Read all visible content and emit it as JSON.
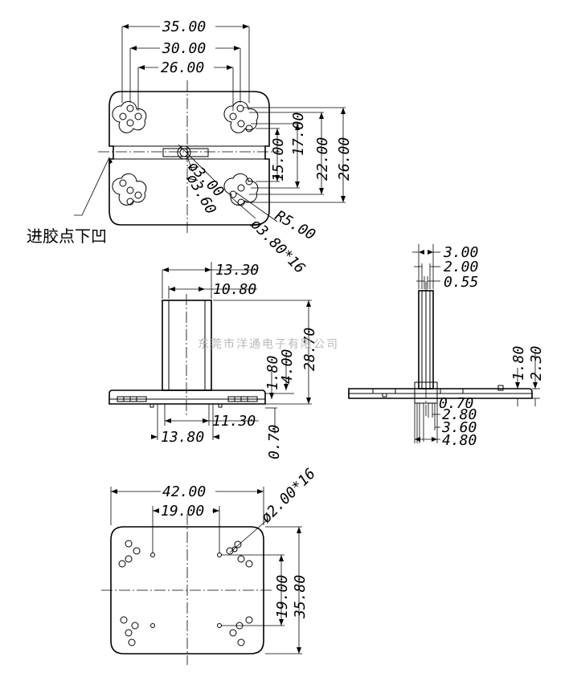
{
  "top_view": {
    "dims": {
      "width_outer": "35.00",
      "width_mid": "30.00",
      "width_inner": "26.00",
      "h15": "15.00",
      "h17": "17.00",
      "h22": "22.00",
      "h26": "26.00",
      "dia_small": "ø3.00",
      "dia_large": "ø3.60",
      "radius": "R5.00",
      "holes": "ø3.80*16"
    },
    "note": "进胶点下凹"
  },
  "front_view": {
    "dims": {
      "w13_30": "13.30",
      "w10_80": "10.80",
      "h28_70": "28.70",
      "h4_00": "4.00",
      "h1_80": "1.80",
      "w11_30": "11.30",
      "w13_80": "13.80",
      "h0_70": "0.70"
    }
  },
  "side_view": {
    "dims": {
      "t3_00": "3.00",
      "t2_00": "2.00",
      "t0_55": "0.55",
      "h1_80": "1.80",
      "h2_30": "2.30",
      "w0_70": "0.70",
      "w2_80": "2.80",
      "w3_60": "3.60",
      "w4_80": "4.80"
    }
  },
  "bottom_view": {
    "dims": {
      "w42_00": "42.00",
      "w19_00": "19.00",
      "holes": "ø2.00*16",
      "h19_00": "19.00",
      "h35_80": "35.80"
    }
  },
  "watermark": "东莞市洋通电子有限公司"
}
